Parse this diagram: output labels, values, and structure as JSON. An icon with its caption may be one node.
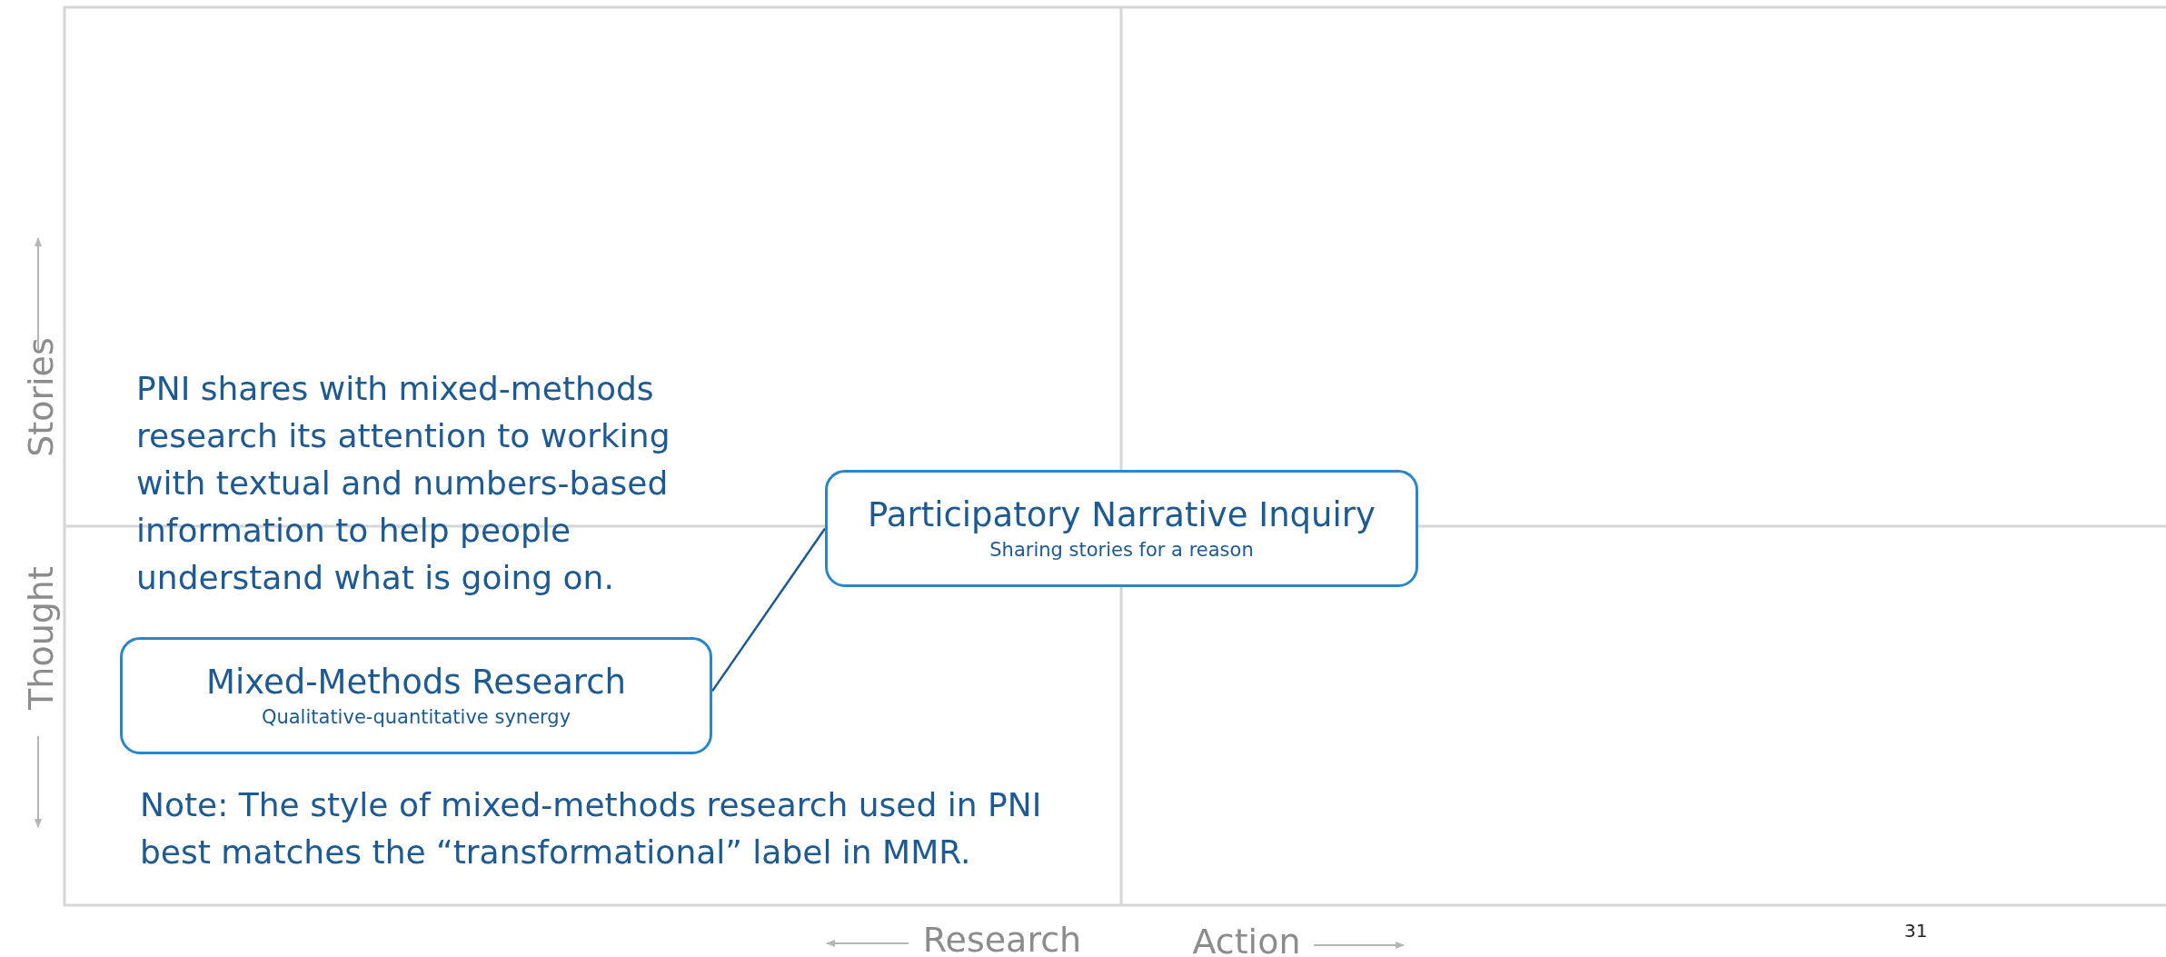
{
  "diagram": {
    "nodes": [
      {
        "text": [
          "Participatory Narrative Inquiry",
          "Sharing stories for a reason"
        ]
      },
      {
        "text": [
          "Mixed-Methods Research",
          "Qualitative-quantitative synergy"
        ]
      }
    ],
    "edges": [
      {
        "from": 1,
        "to": 0,
        "arrow": "none"
      }
    ],
    "labels": [
      "Stories",
      "PNI shares with mixed-methods research its attention to working with textual and numbers-based information to help people understand what is going on.",
      "Thought",
      "Note: The style of mixed-methods research used in PNI best matches the “transformational” label in MMR.",
      "Research",
      "Action",
      "31"
    ]
  }
}
